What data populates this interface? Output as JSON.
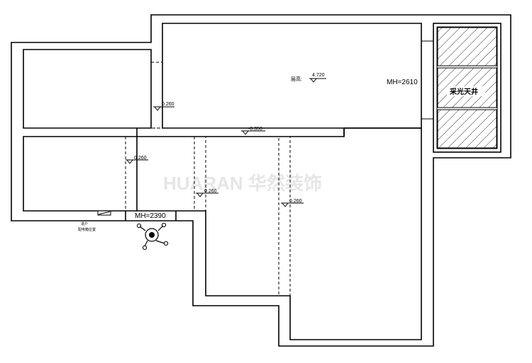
{
  "watermark": "HUARAN 华然装饰",
  "labels": {
    "mh_main": "MH=2610",
    "mh_door": "MH=2390",
    "skylight": "采光天井",
    "ceiling_height_label": "层高:",
    "ceiling_height_value": "4.720",
    "elev_1": "0.260",
    "elev_2": "-0.350",
    "elev_3": "0.260",
    "elev_4": "0.260",
    "elev_5": "0.260",
    "entrance_note_1": "进户",
    "entrance_note_2": "配电箱位置"
  },
  "colors": {
    "line": "#000000",
    "watermark": "#e6e6e6",
    "background": "#ffffff"
  },
  "icons": [
    "hatch-pattern",
    "elevation-marker-icon",
    "camera-viewpoint-icon",
    "electrical-box-icon"
  ]
}
